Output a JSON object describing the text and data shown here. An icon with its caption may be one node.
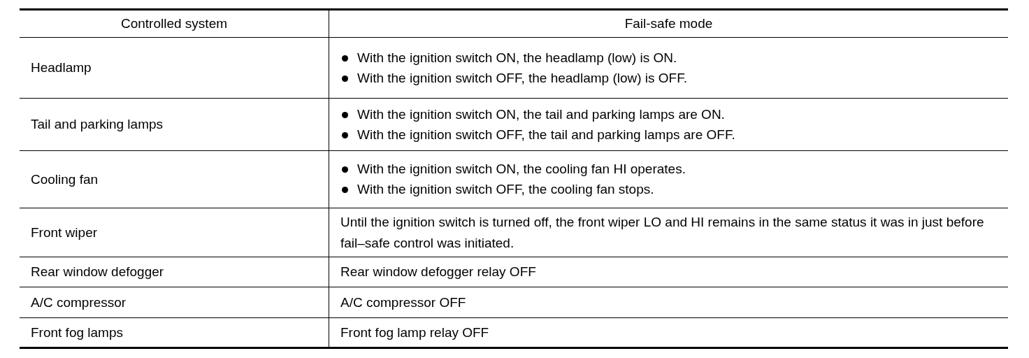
{
  "diagram": {
    "labels": [
      "Controlled system",
      "Fail-safe mode",
      "Headlamp",
      "With the ignition switch ON, the headlamp (low) is ON.",
      "With the ignition switch OFF, the headlamp (low) is OFF.",
      "Tail and parking lamps",
      "With the ignition switch ON, the tail and parking lamps are ON.",
      "With the ignition switch OFF, the tail and parking lamps are OFF.",
      "Cooling fan",
      "With the ignition switch ON, the cooling fan HI operates.",
      "With the ignition switch OFF, the cooling fan stops.",
      "Front wiper",
      "Until the ignition switch is turned off, the front wiper LO and HI remains in the same status it was in just before fail–safe control was initiated.",
      "Rear window defogger",
      "Rear window defogger relay OFF",
      "A/C compressor",
      "A/C compressor OFF",
      "Front fog lamps",
      "Front fog lamp relay OFF"
    ]
  }
}
